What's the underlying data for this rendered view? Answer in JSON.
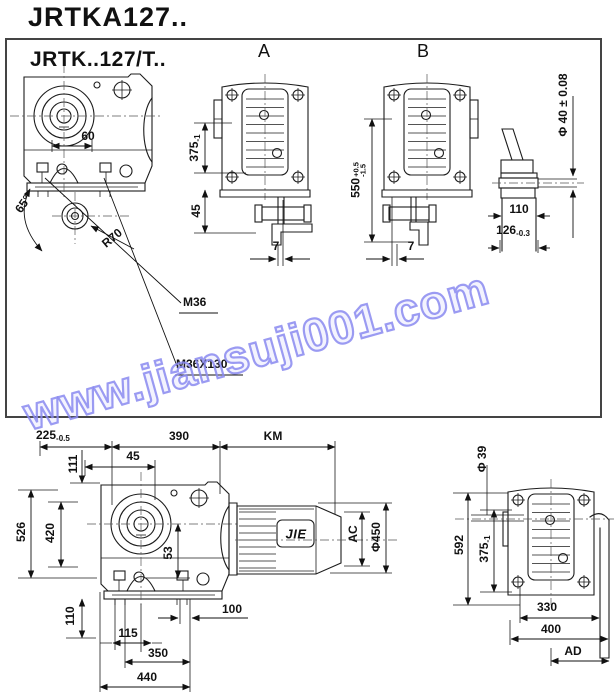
{
  "page_title": "JRTKA127..",
  "watermark_text": "www.jiansuji001.com",
  "colors": {
    "line": "#1c1c1c",
    "watermark": "#8a8af0"
  },
  "top_panel": {
    "subtitle": "JRTK..127/T..",
    "front_view": {
      "dim_60": "60",
      "angle_65": "65°",
      "radius_r70": "R70",
      "thread_m36": "M36",
      "thread_m36x130": "M36X130"
    },
    "view_a": {
      "label": "A",
      "dim_375_main": "375",
      "dim_375_tol": "-1",
      "dim_45": "45",
      "dim_7": "7"
    },
    "view_b": {
      "label": "B",
      "dim_550_main": "550",
      "dim_550_tol_up": "+0.5",
      "dim_550_tol_dn": "-1.5",
      "dim_7": "7"
    },
    "bushing_detail": {
      "dim_phi40": "Φ 40 ± 0.08",
      "dim_110": "110",
      "dim_126_main": "126",
      "dim_126_tol": "-0.3"
    }
  },
  "bottom_left_view": {
    "dim_225_main": "225",
    "dim_225_tol": "-0.5",
    "dim_111": "111",
    "dim_45": "45",
    "dim_390": "390",
    "dim_km": "KM",
    "dim_526": "526",
    "dim_420": "420",
    "dim_53": "53",
    "dim_110": "110",
    "dim_100": "100",
    "dim_115": "115",
    "dim_350": "350",
    "dim_440": "440",
    "dim_ac": "AC",
    "dim_phi450": "Φ450",
    "motor_logo": "JIE"
  },
  "bottom_right_view": {
    "dim_phi39": "Φ 39",
    "dim_592": "592",
    "dim_375_main": "375",
    "dim_375_tol": "-1",
    "dim_330": "330",
    "dim_400": "400",
    "dim_ad": "AD"
  }
}
